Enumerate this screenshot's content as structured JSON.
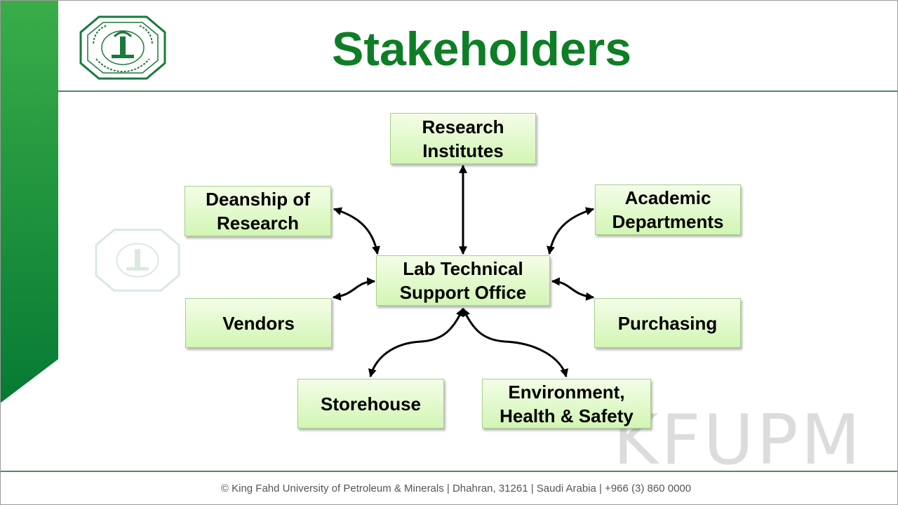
{
  "header": {
    "title": "Stakeholders"
  },
  "diagram": {
    "center": "Lab Technical\nSupport Office",
    "nodes": {
      "research_institutes": "Research\nInstitutes",
      "deanship": "Deanship of\nResearch",
      "academic": "Academic\nDepartments",
      "vendors": "Vendors",
      "purchasing": "Purchasing",
      "storehouse": "Storehouse",
      "ehs": "Environment,\nHealth & Safety"
    }
  },
  "watermark": {
    "text": "KFUPM"
  },
  "footer": {
    "text": "© King Fahd University of Petroleum & Minerals | Dhahran, 31261 | Saudi Arabia | +966 (3) 860 0000"
  },
  "colors": {
    "brand_green": "#0e7e26",
    "box_fill": "#d2f5b4",
    "rule": "#4f8a63"
  }
}
